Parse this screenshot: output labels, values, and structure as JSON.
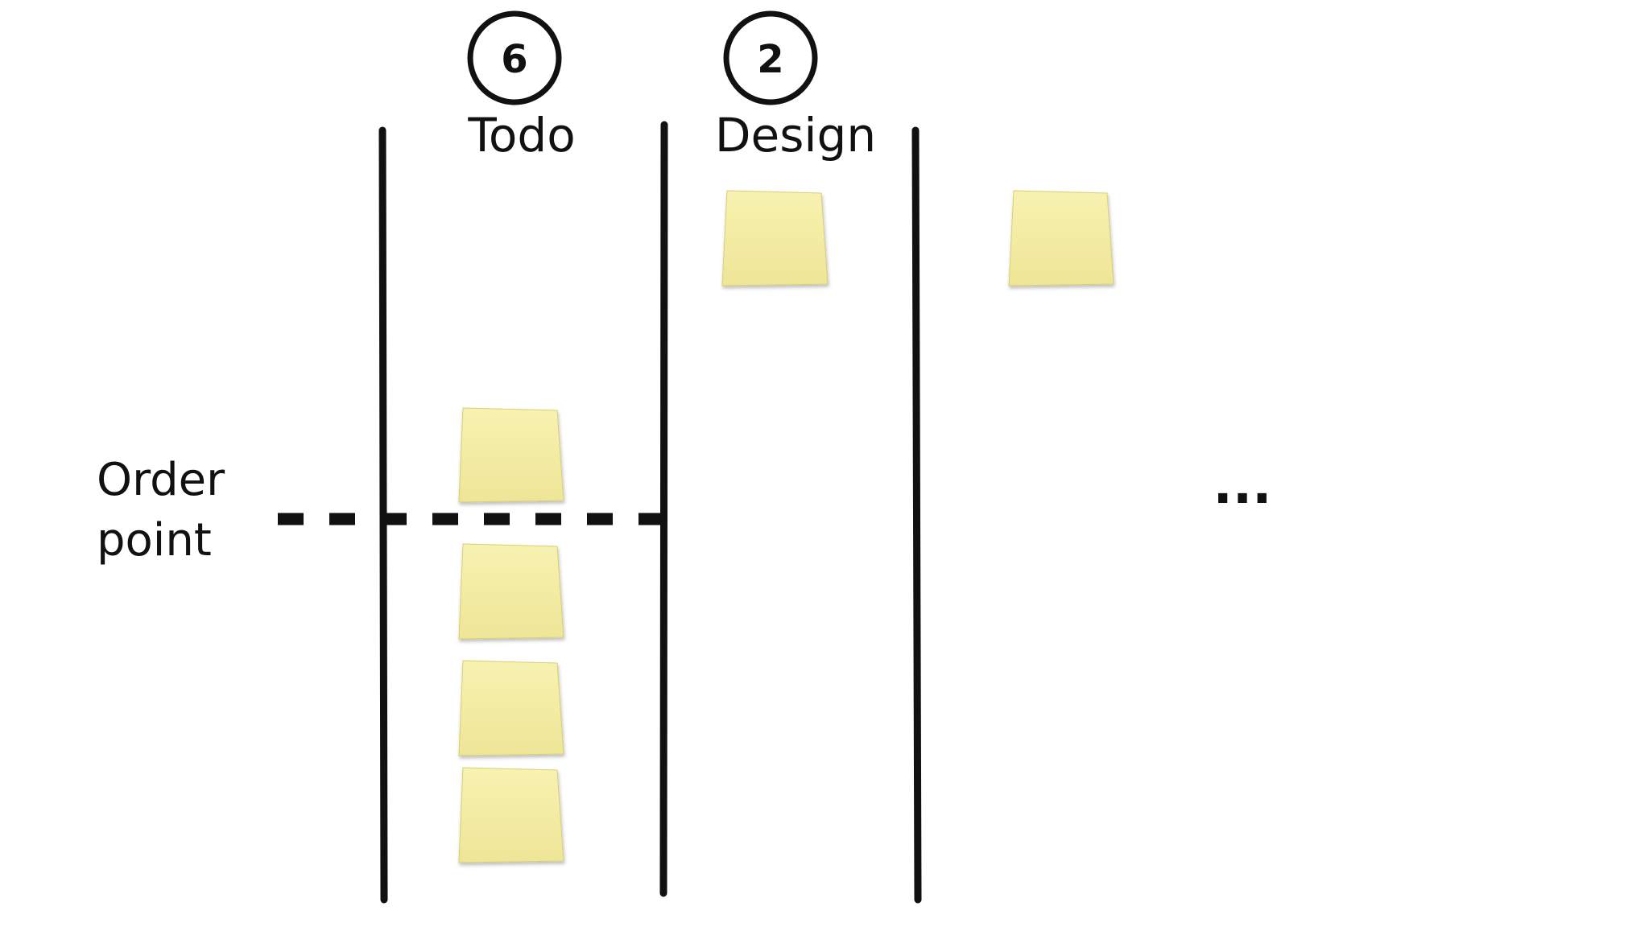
{
  "board": {
    "columns": [
      {
        "title": "Todo",
        "wip_limit": "6"
      },
      {
        "title": "Design",
        "wip_limit": "2"
      }
    ],
    "order_point": {
      "line1": "Order",
      "line2": "point"
    },
    "continuation": "..."
  },
  "colors": {
    "ink": "#111111",
    "sticky_fill": "#f5ef9c",
    "sticky_edge": "#d9cf73",
    "background": "#ffffff"
  },
  "icons": {
    "sticky": "sticky-note-icon",
    "wip_circle": "wip-limit-circle-icon"
  }
}
